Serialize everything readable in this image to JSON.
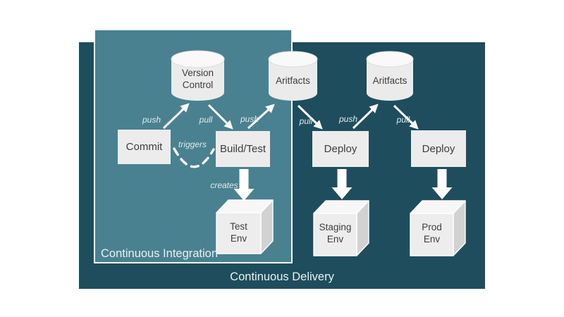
{
  "regions": {
    "ci": {
      "label": "Continuous Integration",
      "fill": "#4a8190"
    },
    "cd": {
      "label": "Continuous Delivery",
      "fill": "#1e4e5e"
    }
  },
  "nodes": {
    "version_control": {
      "label": "Version\nControl"
    },
    "artifacts_ci": {
      "label": "Aritfacts"
    },
    "artifacts_cd": {
      "label": "Aritfacts"
    },
    "commit": {
      "label": "Commit"
    },
    "build_test": {
      "label": "Build/Test"
    },
    "deploy_staging": {
      "label": "Deploy"
    },
    "deploy_prod": {
      "label": "Deploy"
    },
    "test_env": {
      "label": "Test\nEnv"
    },
    "staging_env": {
      "label": "Staging\nEnv"
    },
    "prod_env": {
      "label": "Prod\nEnv"
    }
  },
  "edges": {
    "commit_to_vc": {
      "label": "push"
    },
    "vc_to_build": {
      "label": "pull"
    },
    "build_to_artifacts": {
      "label": "push"
    },
    "artifacts_to_deploy_staging": {
      "label": "pull"
    },
    "deploy_to_artifacts": {
      "label": "push"
    },
    "artifacts_to_deploy_prod": {
      "label": "pull"
    },
    "commit_triggers_build": {
      "label": "triggers"
    },
    "build_creates_env": {
      "label": "creates"
    }
  }
}
